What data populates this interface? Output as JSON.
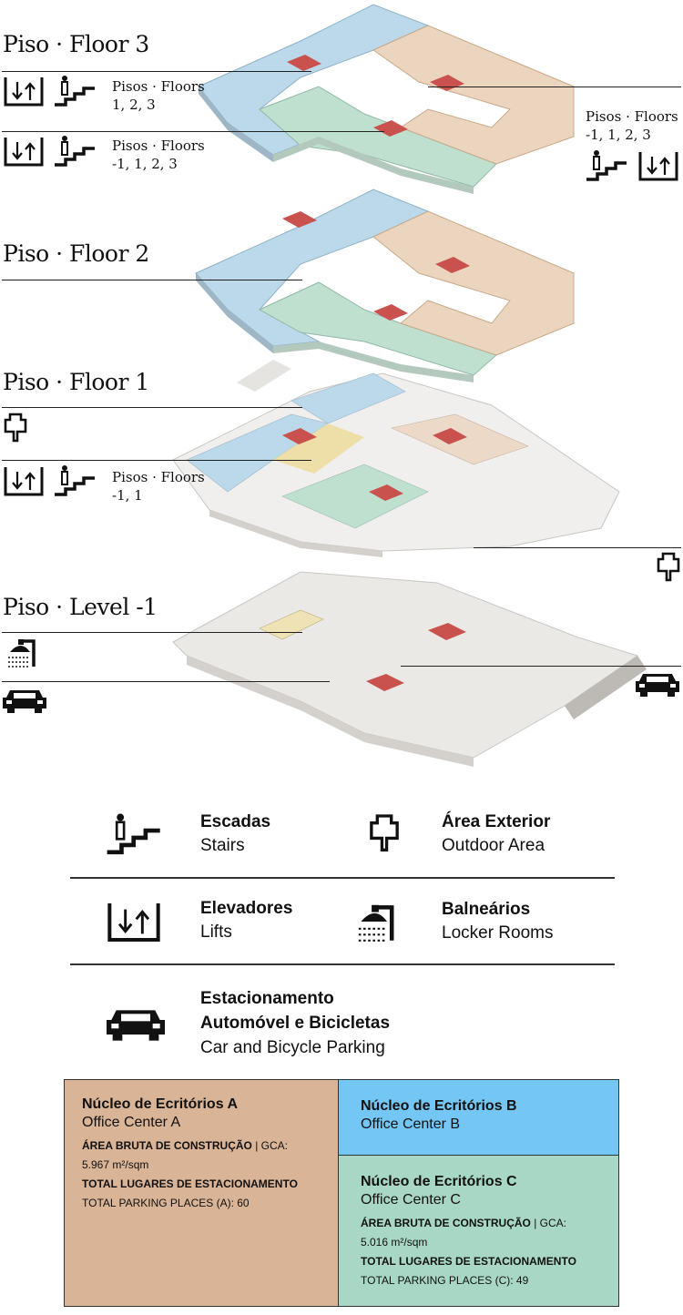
{
  "floors": {
    "floor3": {
      "title": "Piso · Floor 3",
      "callout_a": "Pisos · Floors",
      "callout_a_levels": "1, 2, 3",
      "callout_b": "Pisos · Floors",
      "callout_b_levels": "-1, 1, 2, 3",
      "callout_c": "Pisos · Floors",
      "callout_c_levels": "-1, 1, 2, 3"
    },
    "floor2": {
      "title": "Piso · Floor 2"
    },
    "floor1": {
      "title": "Piso · Floor 1",
      "callout_a": "Pisos · Floors",
      "callout_a_levels": "-1, 1"
    },
    "level_minus1": {
      "title": "Piso · Level -1"
    }
  },
  "legend": {
    "stairs": {
      "pt": "Escadas",
      "en": "Stairs",
      "icon": "stairs-icon"
    },
    "outdoor": {
      "pt": "Área Exterior",
      "en": "Outdoor Area",
      "icon": "tree-icon"
    },
    "lifts": {
      "pt": "Elevadores",
      "en": "Lifts",
      "icon": "lift-icon"
    },
    "locker": {
      "pt": "Balneários",
      "en": "Locker Rooms",
      "icon": "shower-icon"
    },
    "parking": {
      "pt_line1": "Estacionamento",
      "pt_line2": "Automóvel e Bicicletas",
      "en": "Car and Bicycle Parking",
      "icon": "car-icon"
    }
  },
  "office_centers": {
    "a": {
      "title": "Núcleo de Ecritórios A",
      "subtitle": "Office Center A",
      "gca_label": "ÁREA BRUTA DE CONSTRUÇÃO",
      "gca_suffix": " | GCA:",
      "gca_value": "5.967 m²/sqm",
      "parking_label": "TOTAL LUGARES DE ESTACIONAMENTO",
      "parking_value": "TOTAL PARKING PLACES (A): 60",
      "color": "#d9b496"
    },
    "b": {
      "title": "Núcleo de Ecritórios B",
      "subtitle": "Office Center B",
      "color": "#74c7f4"
    },
    "c": {
      "title": "Núcleo de Ecritórios C",
      "subtitle": "Office Center C",
      "gca_label": "ÁREA BRUTA DE CONSTRUÇÃO",
      "gca_suffix": " | GCA:",
      "gca_value": "5.016 m²/sqm",
      "parking_label": "TOTAL LUGARES DE ESTACIONAMENTO",
      "parking_value": "TOTAL PARKING PLACES (C): 49",
      "color": "#a8d8c5"
    }
  }
}
